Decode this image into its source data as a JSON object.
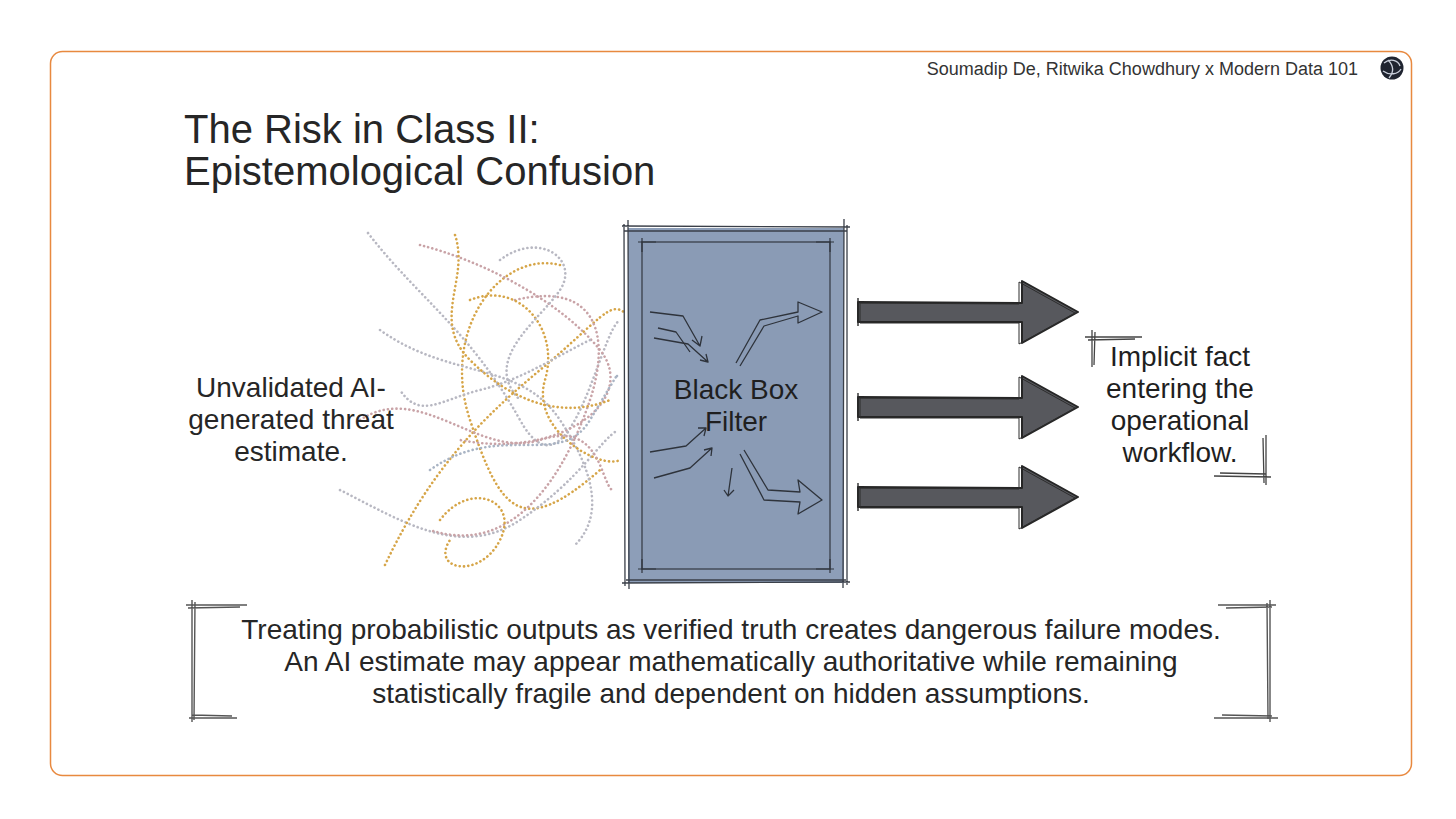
{
  "diagram": {
    "title": "The Risk in Class II: Epistemological Confusion",
    "caption": "Treating probabilistic outputs as verified truth creates dangerous failure modes. An AI estimate may appear mathematically authoritative while remaining statistically fragile and dependent on hidden assumptions.",
    "nodes": [
      {
        "text": [
          "Black Box Filter"
        ]
      },
      {
        "text": [
          "Implicit fact entering the operational workflow."
        ]
      }
    ],
    "edges": [
      {
        "from": 0,
        "to": 1,
        "arrow": "to"
      },
      {
        "from": 0,
        "to": 1,
        "arrow": "to"
      },
      {
        "from": 0,
        "to": 1,
        "arrow": "to"
      }
    ],
    "labels": [
      "Soumadip De, Ritwika Chowdhury x Modern Data 101",
      "Unvalidated AI-generated threat estimate."
    ]
  }
}
